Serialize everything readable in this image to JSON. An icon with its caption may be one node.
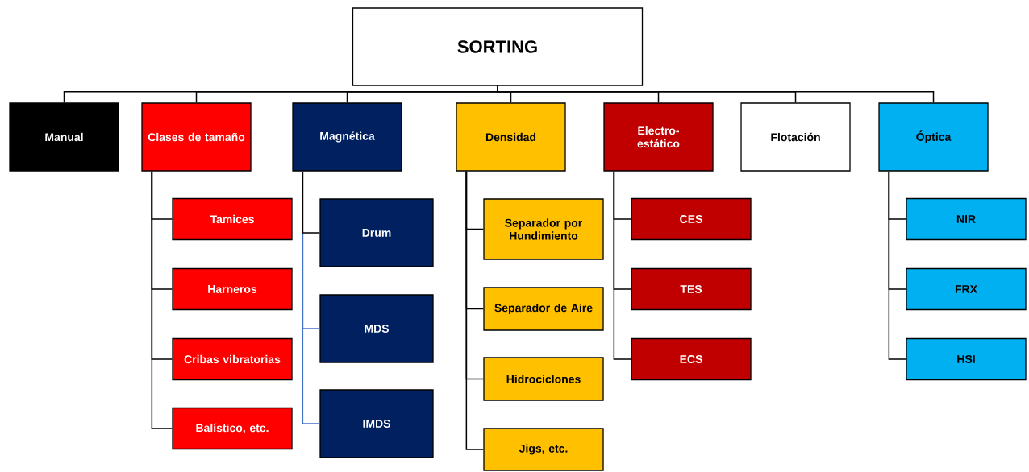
{
  "diagram": {
    "nodes": [
      {
        "text": [
          "SORTING"
        ]
      },
      {
        "text": [
          "Manual"
        ]
      },
      {
        "text": [
          "Clases de tamaño"
        ]
      },
      {
        "text": [
          "Magnética"
        ]
      },
      {
        "text": [
          "Densidad"
        ]
      },
      {
        "text": [
          "Electro-estático"
        ]
      },
      {
        "text": [
          "Flotación"
        ]
      },
      {
        "text": [
          "Óptica"
        ]
      },
      {
        "text": [
          "Tamices"
        ]
      },
      {
        "text": [
          "Harneros"
        ]
      },
      {
        "text": [
          "Cribas vibratorias"
        ]
      },
      {
        "text": [
          "Balístico, etc."
        ]
      },
      {
        "text": [
          "Drum"
        ]
      },
      {
        "text": [
          "MDS"
        ]
      },
      {
        "text": [
          "IMDS"
        ]
      },
      {
        "text": [
          "Separador por Hundimiento"
        ]
      },
      {
        "text": [
          "Separador de Aire"
        ]
      },
      {
        "text": [
          "Hidrociclones"
        ]
      },
      {
        "text": [
          "Jigs, etc."
        ]
      },
      {
        "text": [
          "CES"
        ]
      },
      {
        "text": [
          "TES"
        ]
      },
      {
        "text": [
          "ECS"
        ]
      },
      {
        "text": [
          "NIR"
        ]
      },
      {
        "text": [
          "FRX"
        ]
      },
      {
        "text": [
          "HSI"
        ]
      }
    ],
    "edges": [
      {
        "from": 0,
        "to": 1,
        "arrow": "none"
      },
      {
        "from": 0,
        "to": 2,
        "arrow": "none"
      },
      {
        "from": 0,
        "to": 3,
        "arrow": "none"
      },
      {
        "from": 0,
        "to": 4,
        "arrow": "none"
      },
      {
        "from": 0,
        "to": 5,
        "arrow": "none"
      },
      {
        "from": 0,
        "to": 6,
        "arrow": "none"
      },
      {
        "from": 0,
        "to": 7,
        "arrow": "none"
      },
      {
        "from": 2,
        "to": 8,
        "arrow": "none"
      },
      {
        "from": 2,
        "to": 9,
        "arrow": "none"
      },
      {
        "from": 2,
        "to": 10,
        "arrow": "none"
      },
      {
        "from": 2,
        "to": 11,
        "arrow": "none"
      },
      {
        "from": 3,
        "to": 12,
        "arrow": "none"
      },
      {
        "from": 3,
        "to": 13,
        "arrow": "none",
        "color": "#4472c4"
      },
      {
        "from": 3,
        "to": 14,
        "arrow": "none",
        "color": "#4472c4"
      },
      {
        "from": 4,
        "to": 15,
        "arrow": "none"
      },
      {
        "from": 4,
        "to": 16,
        "arrow": "none"
      },
      {
        "from": 4,
        "to": 17,
        "arrow": "none"
      },
      {
        "from": 4,
        "to": 18,
        "arrow": "none"
      },
      {
        "from": 5,
        "to": 19,
        "arrow": "none"
      },
      {
        "from": 5,
        "to": 20,
        "arrow": "none"
      },
      {
        "from": 5,
        "to": 21,
        "arrow": "none"
      },
      {
        "from": 7,
        "to": 22,
        "arrow": "none"
      },
      {
        "from": 7,
        "to": 23,
        "arrow": "none"
      },
      {
        "from": 7,
        "to": 24,
        "arrow": "none"
      }
    ]
  }
}
